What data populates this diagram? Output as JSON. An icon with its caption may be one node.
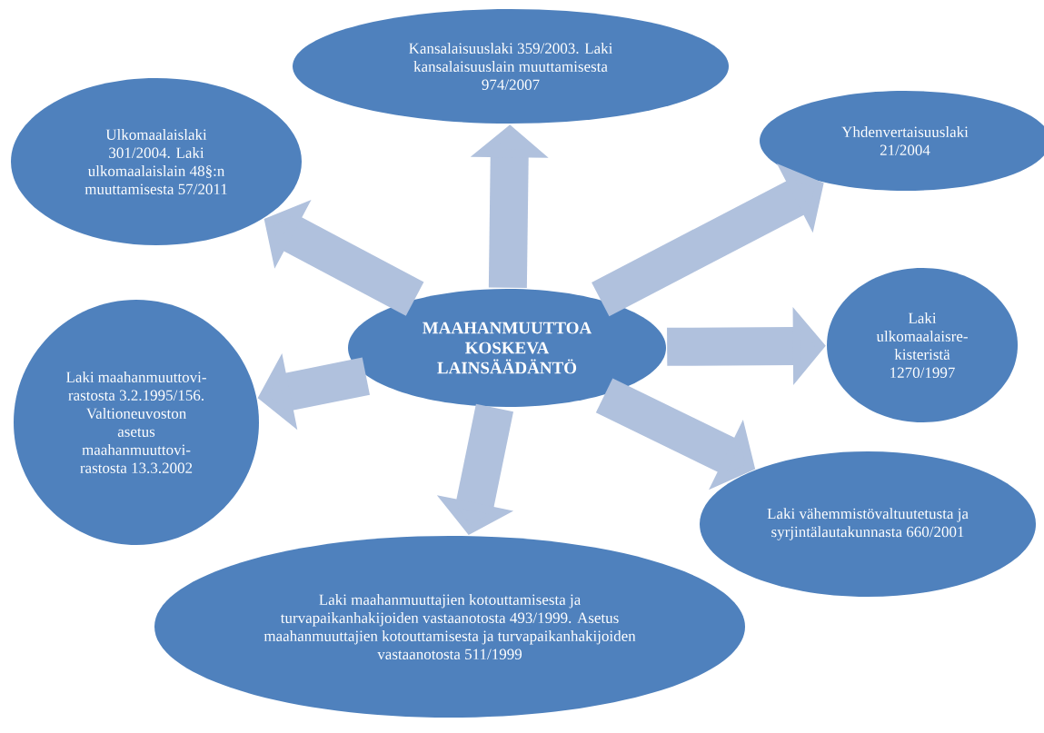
{
  "diagram": {
    "nodes": [
      {
        "text": [
          "Kansalaisuuslaki 359/2003. Laki kansalaisuuslain muuttamisesta 974/2007"
        ]
      },
      {
        "text": [
          "Ulkomaalaislaki 301/2004. Laki ulkomaalaislain 48§:n muuttamisesta 57/2011"
        ]
      },
      {
        "text": [
          "Yhdenvertaisuuslaki 21/2004"
        ]
      },
      {
        "text": [
          "Laki ulkomaalaisre- kisteristä 1270/1997"
        ]
      },
      {
        "text": [
          "MAAHANMUUTTOA KOSKEVA LAINSÄÄDÄNTÖ"
        ]
      },
      {
        "text": [
          "Laki maahanmuuttovi- rastosta 3.2.1995/156. Valtioneuvoston asetus maahanmuuttovi- rastosta 13.3.2002"
        ]
      },
      {
        "text": [
          "Laki vähemmistövaltuutetusta ja syrjintälautakunnasta 660/2001"
        ]
      },
      {
        "text": [
          "Laki maahanmuuttajien kotouttamisesta ja turvapaikanhakijoiden vastaanotosta 493/1999. Asetus maahanmuuttajien kotouttamisesta ja turvapaikanhakijoiden vastaanotosta 511/1999"
        ]
      }
    ],
    "edges": [
      {
        "from": 4,
        "to": 0,
        "arrow": "to"
      },
      {
        "from": 4,
        "to": 1,
        "arrow": "to"
      },
      {
        "from": 4,
        "to": 2,
        "arrow": "to"
      },
      {
        "from": 4,
        "to": 3,
        "arrow": "to"
      },
      {
        "from": 4,
        "to": 5,
        "arrow": "to"
      },
      {
        "from": 4,
        "to": 6,
        "arrow": "to"
      },
      {
        "from": 4,
        "to": 7,
        "arrow": "to"
      }
    ]
  }
}
